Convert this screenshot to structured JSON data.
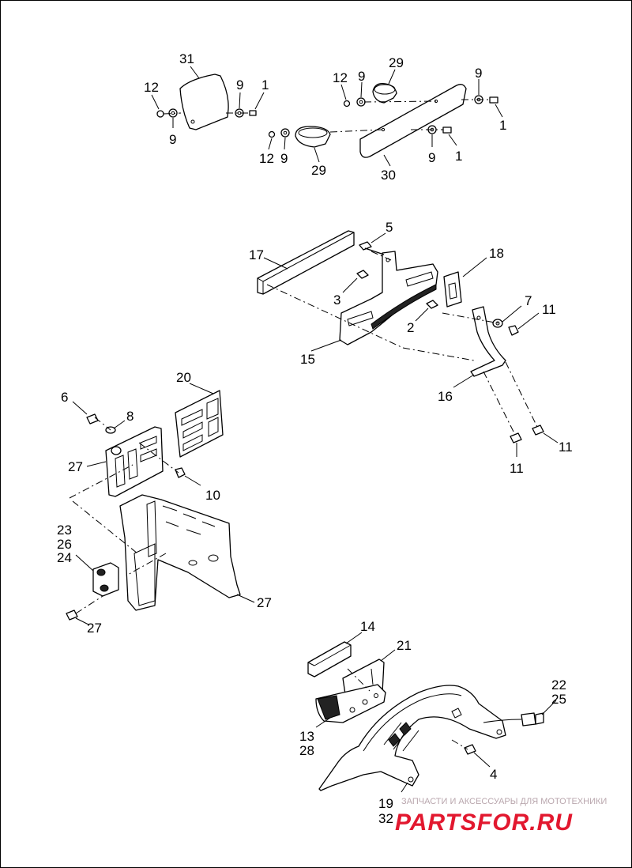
{
  "diagram": {
    "callouts": [
      {
        "id": "c31a",
        "text": "31"
      },
      {
        "id": "c12a",
        "text": "12"
      },
      {
        "id": "c9a",
        "text": "9"
      },
      {
        "id": "c9b",
        "text": "9"
      },
      {
        "id": "c1a",
        "text": "1"
      },
      {
        "id": "c12b",
        "text": "12"
      },
      {
        "id": "c9c",
        "text": "9"
      },
      {
        "id": "c29a",
        "text": "29"
      },
      {
        "id": "c9d",
        "text": "9"
      },
      {
        "id": "c1b",
        "text": "1"
      },
      {
        "id": "c12c",
        "text": "12"
      },
      {
        "id": "c9e",
        "text": "9"
      },
      {
        "id": "c29b",
        "text": "29"
      },
      {
        "id": "c30",
        "text": "30"
      },
      {
        "id": "c9f",
        "text": "9"
      },
      {
        "id": "c1c",
        "text": "1"
      },
      {
        "id": "c5",
        "text": "5"
      },
      {
        "id": "c17",
        "text": "17"
      },
      {
        "id": "c18",
        "text": "18"
      },
      {
        "id": "c3",
        "text": "3"
      },
      {
        "id": "c7",
        "text": "7"
      },
      {
        "id": "c11a",
        "text": "11"
      },
      {
        "id": "c2",
        "text": "2"
      },
      {
        "id": "c15",
        "text": "15"
      },
      {
        "id": "c16",
        "text": "16"
      },
      {
        "id": "c11b",
        "text": "11"
      },
      {
        "id": "c11c",
        "text": "11"
      },
      {
        "id": "c20",
        "text": "20"
      },
      {
        "id": "c6",
        "text": "6"
      },
      {
        "id": "c8",
        "text": "8"
      },
      {
        "id": "c27a",
        "text": "27"
      },
      {
        "id": "c10",
        "text": "10"
      },
      {
        "id": "c23",
        "text": "23"
      },
      {
        "id": "c26",
        "text": "26"
      },
      {
        "id": "c24",
        "text": "24"
      },
      {
        "id": "c27b",
        "text": "27"
      },
      {
        "id": "c27c",
        "text": "27"
      },
      {
        "id": "c14",
        "text": "14"
      },
      {
        "id": "c21",
        "text": "21"
      },
      {
        "id": "c22",
        "text": "22"
      },
      {
        "id": "c25",
        "text": "25"
      },
      {
        "id": "c13",
        "text": "13"
      },
      {
        "id": "c28",
        "text": "28"
      },
      {
        "id": "c4",
        "text": "4"
      },
      {
        "id": "c19",
        "text": "19"
      },
      {
        "id": "c32",
        "text": "32"
      }
    ]
  },
  "watermark": {
    "tagline": "ЗАПЧАСТИ И АКСЕССУАРЫ ДЛЯ МОТОТЕХНИКИ",
    "logo": "PARTSFOR.RU"
  }
}
